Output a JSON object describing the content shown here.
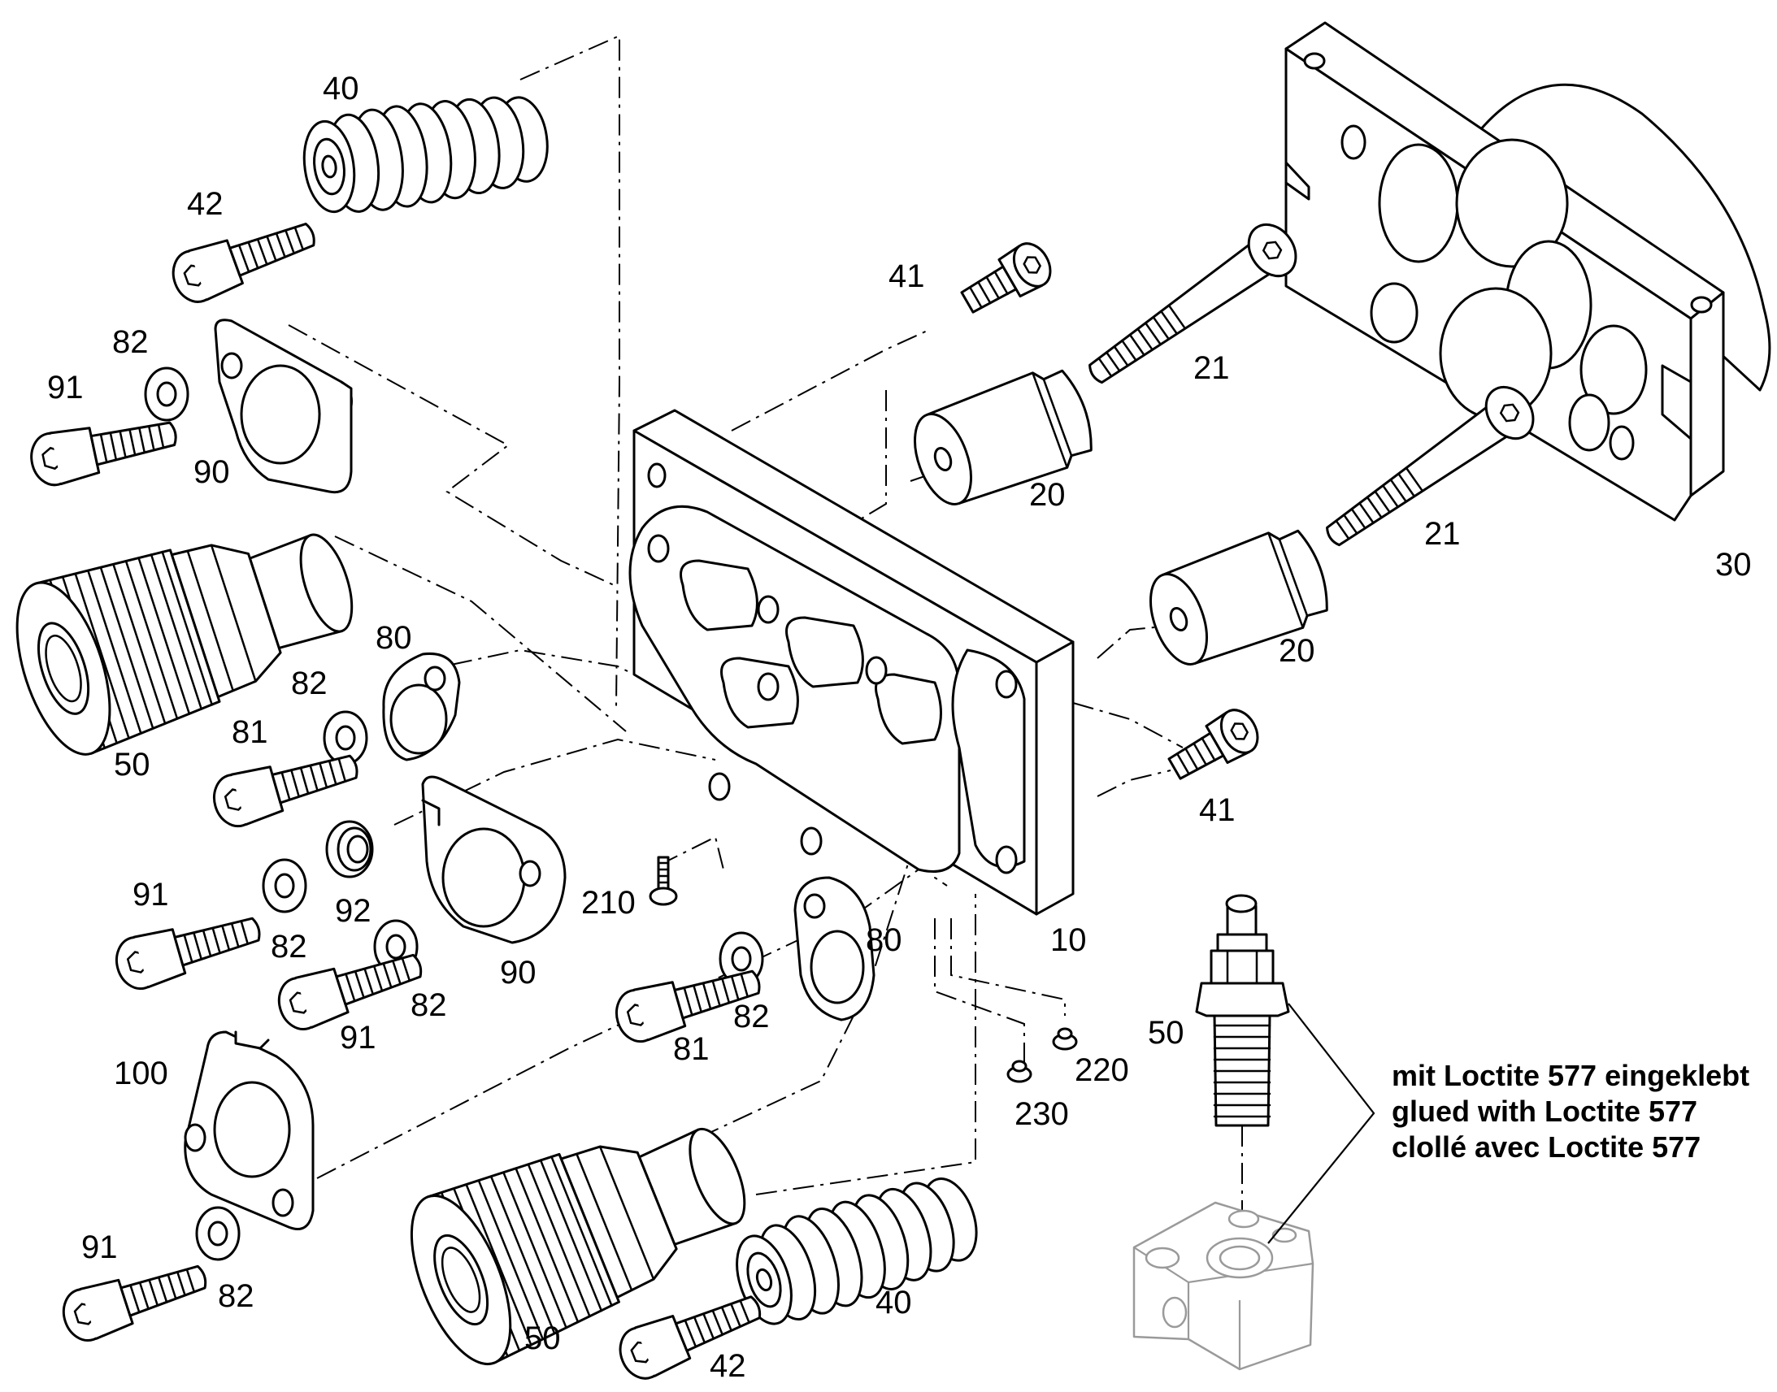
{
  "callouts": {
    "c40_top": "40",
    "c42_top": "42",
    "c41_top": "41",
    "c82_a": "82",
    "c91_a": "91",
    "c21_a": "21",
    "c90_a": "90",
    "c20_a": "20",
    "c21_b": "21",
    "c30": "30",
    "c80_a": "80",
    "c20_b": "20",
    "c82_b": "82",
    "c81_a": "81",
    "c50_a": "50",
    "c41_b": "41",
    "c91_b": "91",
    "c92": "92",
    "c210": "210",
    "c82_c": "82",
    "c10": "10",
    "c80_b": "80",
    "c90_b": "90",
    "c82_d": "82",
    "c91_c": "91",
    "c50_b": "50",
    "c81_b": "81",
    "c82_e": "82",
    "c220": "220",
    "c100": "100",
    "c230": "230",
    "c91_d": "91",
    "c82_f": "82",
    "c50_c": "50",
    "c40_bottom": "40",
    "c42_bottom": "42"
  },
  "note": {
    "line_de": "mit Loctite 577 eingeklebt",
    "line_en": "glued with Loctite 577",
    "line_fr": "clollé avec Loctite 577"
  }
}
